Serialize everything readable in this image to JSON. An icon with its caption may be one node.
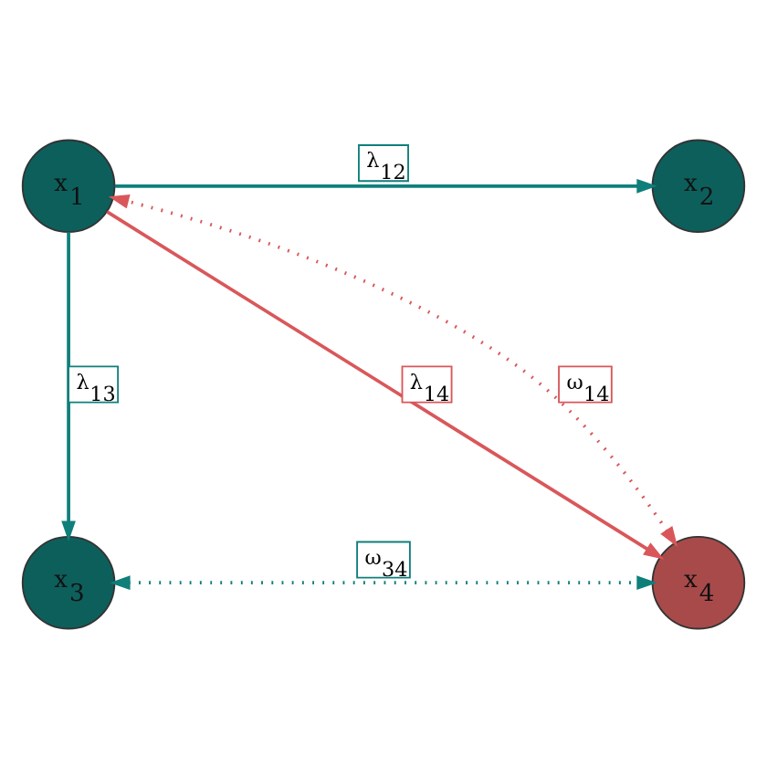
{
  "diagram": {
    "nodes": [
      {
        "text": [
          "x$_{1}$"
        ]
      },
      {
        "text": [
          "x$_{2}$"
        ]
      },
      {
        "text": [
          "x$_{3}$"
        ]
      },
      {
        "text": [
          "x$_{4}$"
        ]
      }
    ],
    "edges": [
      {
        "from": 0,
        "to": 1,
        "arrow": "to",
        "label": "λ$_{12}$"
      },
      {
        "from": 0,
        "to": 2,
        "arrow": "to",
        "label": "λ$_{13}$"
      },
      {
        "from": 0,
        "to": 3,
        "arrow": "to",
        "label": "λ$_{14}$",
        "color": "#d9575a"
      },
      {
        "from": 3,
        "to": 0,
        "arrow": "both",
        "label": "ω$_{14}$",
        "style": "dashed",
        "color": "#d9575a"
      },
      {
        "from": 2,
        "to": 3,
        "arrow": "both",
        "label": "ω$_{34}$",
        "style": "dashed"
      }
    ]
  }
}
